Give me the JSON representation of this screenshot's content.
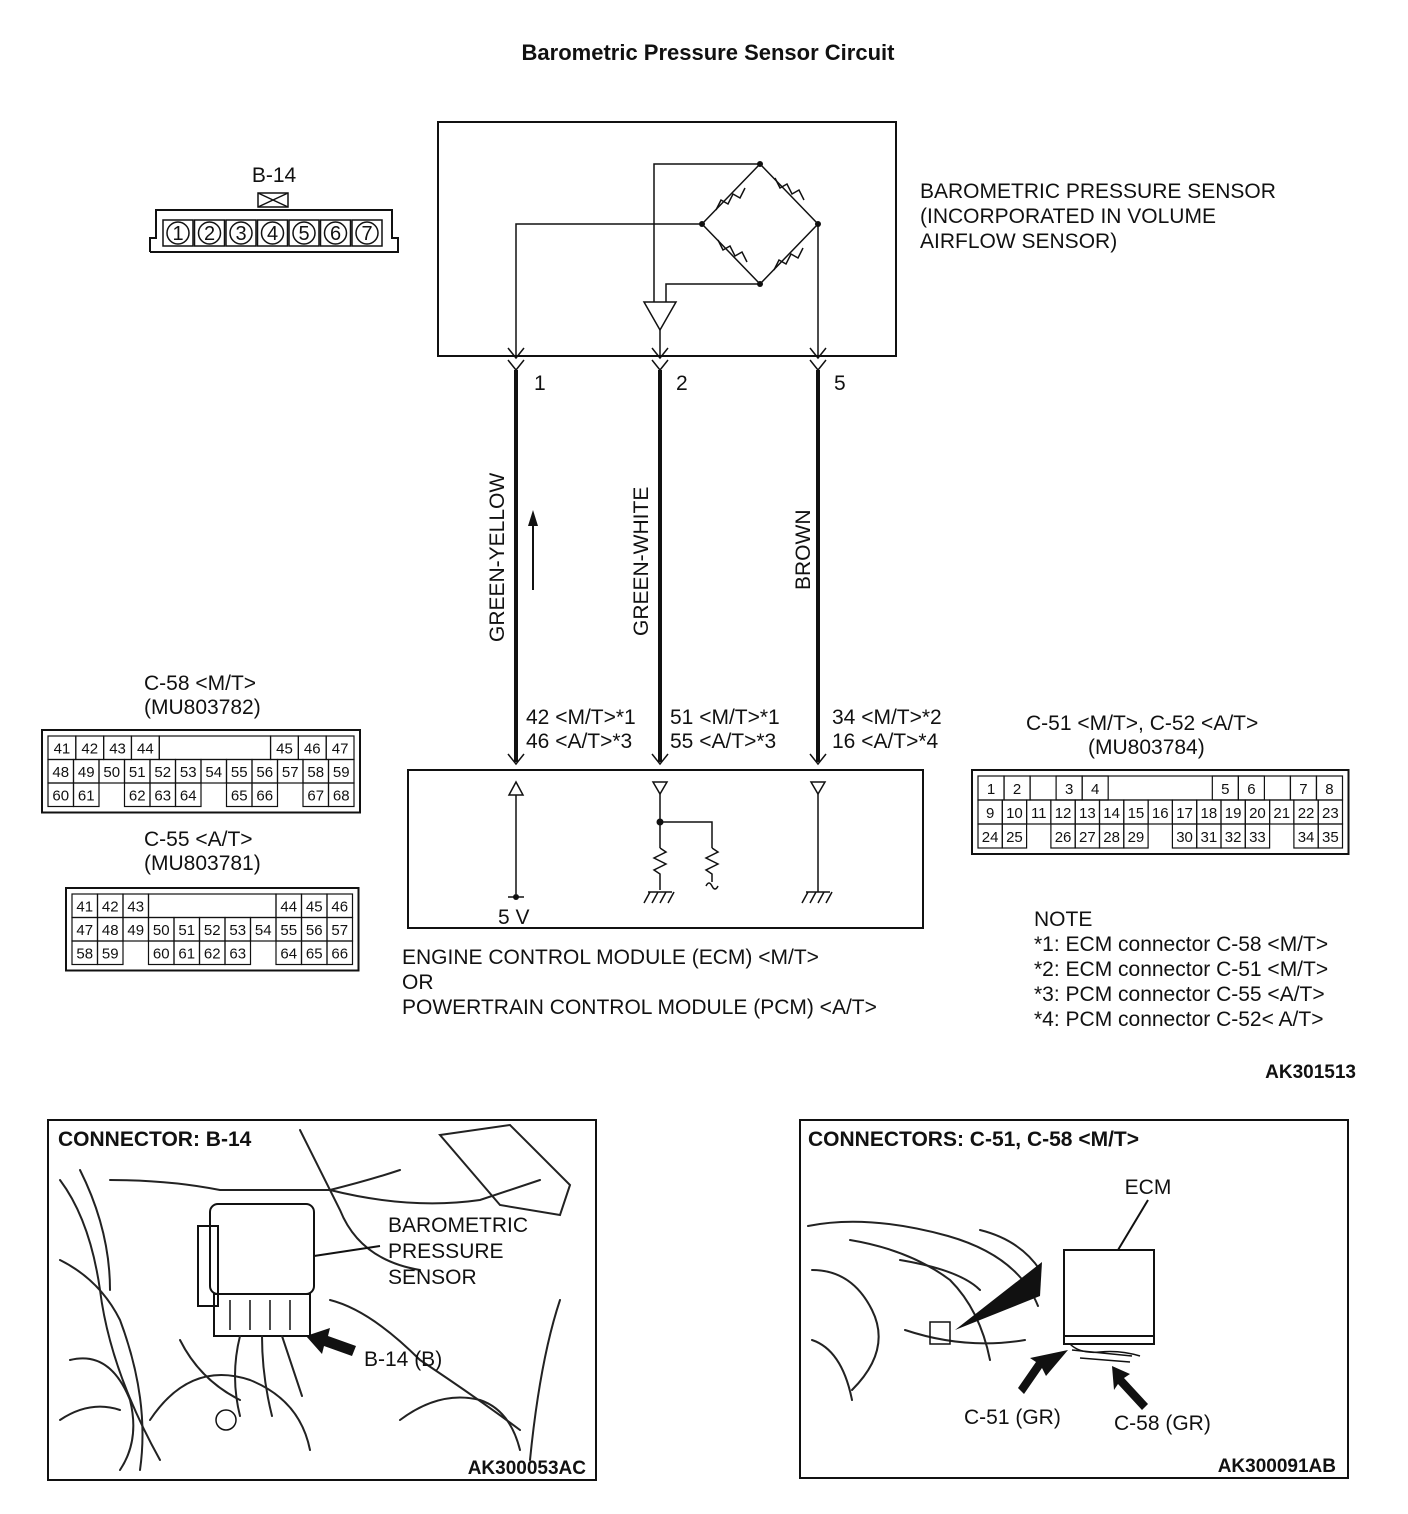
{
  "title": "Barometric Pressure Sensor Circuit",
  "sensor": {
    "label_lines": [
      "BAROMETRIC PRESSURE SENSOR",
      "(INCORPORATED IN VOLUME",
      "AIRFLOW SENSOR)"
    ],
    "pins": [
      "1",
      "2",
      "5"
    ]
  },
  "b14": {
    "name": "B-14",
    "pins": [
      "1",
      "2",
      "3",
      "4",
      "5",
      "6",
      "7"
    ]
  },
  "wires": [
    {
      "color": "GREEN-YELLOW",
      "terminals": [
        "42 <M/T>*1",
        "46 <A/T>*3"
      ]
    },
    {
      "color": "GREEN-WHITE",
      "terminals": [
        "51 <M/T>*1",
        "55 <A/T>*3"
      ]
    },
    {
      "color": "BROWN",
      "terminals": [
        "34 <M/T>*2",
        "16 <A/T>*4"
      ]
    }
  ],
  "ecm": {
    "supply": "5 V",
    "label_lines": [
      "ENGINE CONTROL MODULE (ECM) <M/T>",
      "OR",
      "POWERTRAIN CONTROL MODULE (PCM) <A/T>"
    ]
  },
  "c58": {
    "title_lines": [
      "C-58 <M/T>",
      "(MU803782)"
    ],
    "rows": [
      [
        "41",
        "42",
        "43",
        "44",
        "",
        "",
        "",
        "",
        "45",
        "46",
        "47"
      ],
      [
        "48",
        "49",
        "50",
        "51",
        "52",
        "53",
        "54",
        "55",
        "56",
        "57",
        "58",
        "59"
      ],
      [
        "60",
        "61",
        "",
        "62",
        "63",
        "64",
        "",
        "65",
        "66",
        "",
        "67",
        "68"
      ]
    ]
  },
  "c55": {
    "title_lines": [
      "C-55 <A/T>",
      "(MU803781)"
    ],
    "rows": [
      [
        "41",
        "42",
        "43",
        "",
        "",
        "",
        "",
        "",
        "44",
        "45",
        "46"
      ],
      [
        "47",
        "48",
        "49",
        "50",
        "51",
        "52",
        "53",
        "54",
        "55",
        "56",
        "57"
      ],
      [
        "58",
        "59",
        "",
        "60",
        "61",
        "62",
        "63",
        "",
        "64",
        "65",
        "66"
      ]
    ]
  },
  "c51": {
    "title_lines": [
      "C-51 <M/T>, C-52 <A/T>",
      "(MU803784)"
    ],
    "rows": [
      [
        "1",
        "2",
        "",
        "3",
        "4",
        "",
        "",
        "",
        "",
        "5",
        "6",
        "",
        "7",
        "8"
      ],
      [
        "9",
        "10",
        "11",
        "12",
        "13",
        "14",
        "15",
        "16",
        "17",
        "18",
        "19",
        "20",
        "21",
        "22",
        "23"
      ],
      [
        "24",
        "25",
        "",
        "26",
        "27",
        "28",
        "29",
        "",
        "30",
        "31",
        "32",
        "33",
        "",
        "34",
        "35"
      ]
    ]
  },
  "note": {
    "heading": "NOTE",
    "lines": [
      "*1: ECM connector C-58 <M/T>",
      "*2: ECM connector C-51 <M/T>",
      "*3: PCM connector C-55 <A/T>",
      "*4: PCM connector C-52< A/T>"
    ]
  },
  "figure_id_main": "AK301513",
  "panel_left": {
    "title": "CONNECTOR: B-14",
    "callout_lines": [
      "BAROMETRIC",
      "PRESSURE",
      "SENSOR"
    ],
    "connector_label": "B-14 (B)",
    "figure_id": "AK300053AC"
  },
  "panel_right": {
    "title": "CONNECTORS: C-51, C-58 <M/T>",
    "ecm_label": "ECM",
    "c51_label": "C-51 (GR)",
    "c58_label": "C-58 (GR)",
    "figure_id": "AK300091AB"
  }
}
